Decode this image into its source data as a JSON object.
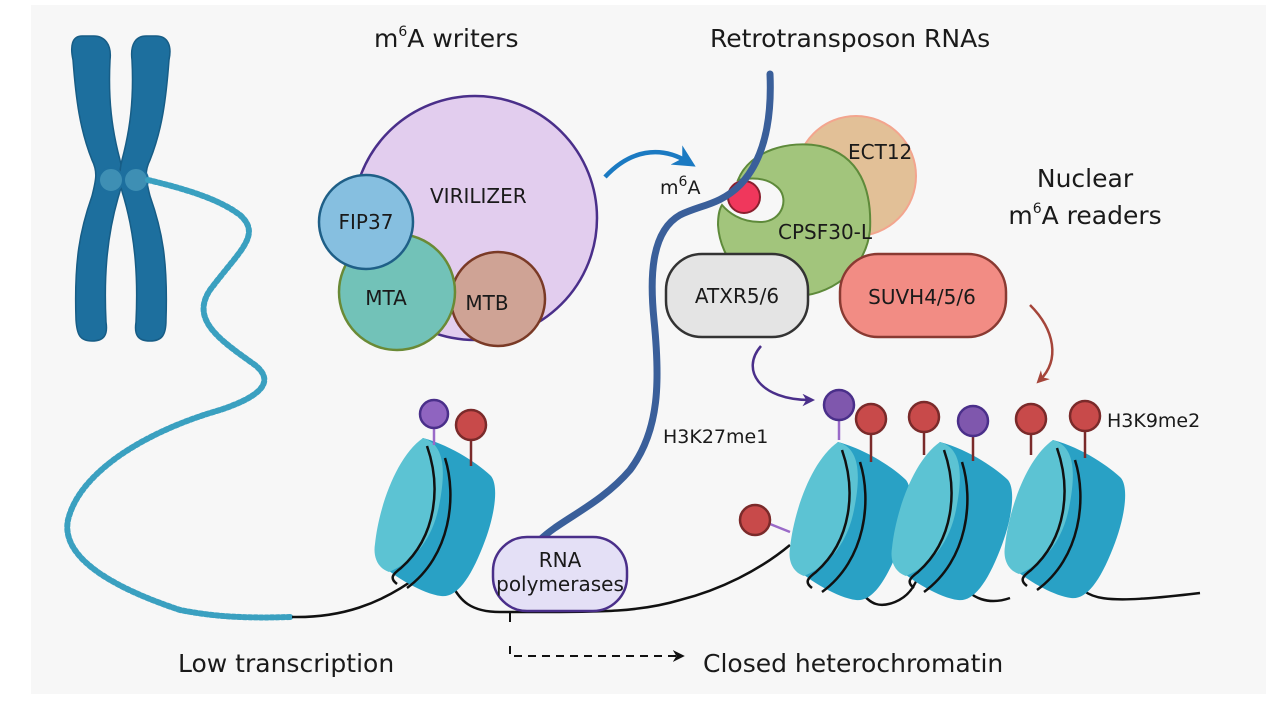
{
  "figure": {
    "headings": {
      "writers": {
        "prefix": "m",
        "sup": "6",
        "suffix": "A writers"
      },
      "retrotransposon": "Retrotransposon RNAs",
      "readers_line1": "Nuclear",
      "readers_line2": {
        "prefix": "m",
        "sup": "6",
        "suffix": "A readers"
      }
    },
    "writers": {
      "virilizer": "VIRILIZER",
      "fip37": "FIP37",
      "mta": "MTA",
      "mtb": "MTB"
    },
    "m6a_site": {
      "prefix": "m",
      "sup": "6",
      "suffix": "A"
    },
    "readers": {
      "ect12": "ECT12",
      "cpsf30l": "CPSF30-L"
    },
    "enzymes": {
      "atxr": "ATXR5/6",
      "suvh": "SUVH4/5/6"
    },
    "marks": {
      "h3k27me1": "H3K27me1",
      "h3k9me2": "H3K9me2"
    },
    "polymerase": {
      "line1": "RNA",
      "line2": "polymerases"
    },
    "states": {
      "low": "Low transcription",
      "closed": "Closed heterochromatin"
    },
    "colors": {
      "background": "#f7f7f7",
      "chromosome": "#1d6f9e",
      "dna_dots": "#3aa0c0",
      "virilizer": "#e2cdee",
      "virilizer_stroke": "#4a2f8a",
      "fip37": "#86bfe0",
      "mta": "#72c2b8",
      "mtb": "#cfa395",
      "ect12": "#e2c097",
      "cpsf30l": "#a2c57c",
      "m6a_dot": "#f0375c",
      "atxr": "#e4e4e4",
      "suvh": "#f28c84",
      "polymerase": "#e4e0f6",
      "rna": "#3a5f9a",
      "h3k27me1_mark": "#7f57ad",
      "h3k9me2_mark": "#c84a4a",
      "nucleosome_light": "#5cc3d3",
      "nucleosome_dark": "#29a1c5",
      "writer_arrow": "#1b7ac2"
    }
  }
}
